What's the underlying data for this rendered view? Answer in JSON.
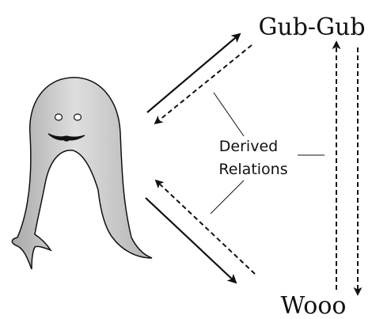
{
  "nodes": {
    "top_word": "Gub-Gub",
    "bottom_word": "Wooo",
    "picture": "creature-figure"
  },
  "caption": {
    "line1": "Derived",
    "line2": "Relations"
  },
  "relations": [
    {
      "from": "picture",
      "to": "top_word",
      "style": "solid"
    },
    {
      "from": "top_word",
      "to": "picture",
      "style": "dashed"
    },
    {
      "from": "bottom_word",
      "to": "picture",
      "style": "dashed"
    },
    {
      "from": "picture",
      "to": "bottom_word",
      "style": "solid"
    },
    {
      "from": "bottom_word",
      "to": "top_word",
      "style": "dashed"
    },
    {
      "from": "top_word",
      "to": "bottom_word",
      "style": "dashed"
    }
  ],
  "colors": {
    "ink": "#111111",
    "figure_fill_light": "#d9d9d9",
    "figure_fill_dark": "#a9a9a9"
  }
}
